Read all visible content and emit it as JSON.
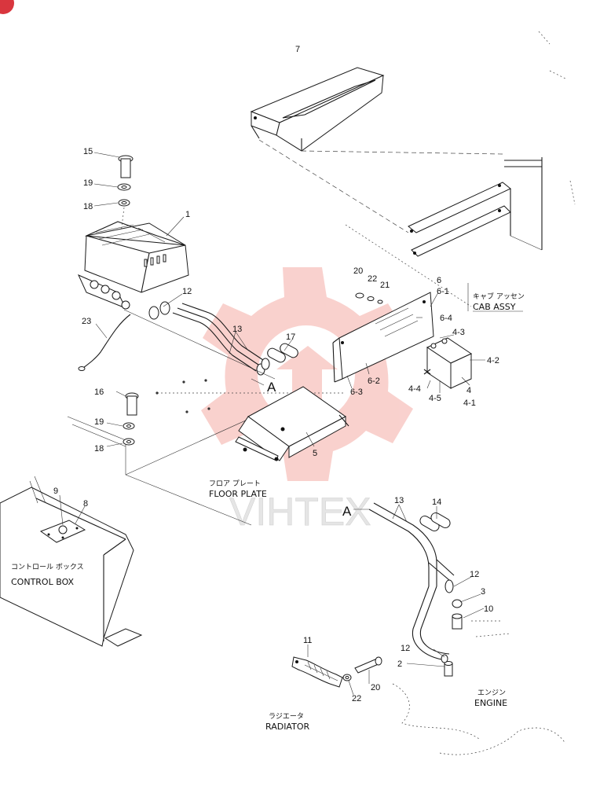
{
  "callouts": {
    "c7": "7",
    "c15": "15",
    "c19a": "19",
    "c18a": "18",
    "c1": "1",
    "c12a": "12",
    "c23": "23",
    "c13a": "13",
    "c17": "17",
    "c20a": "20",
    "c22a": "22",
    "c21": "21",
    "c6": "6",
    "c6_1": "6-1",
    "c6_4": "6-4",
    "c4_3": "4-3",
    "c6_2": "6-2",
    "c6_3": "6-3",
    "c4_2": "4-2",
    "c4_4": "4-4",
    "c4_5": "4-5",
    "c4": "4",
    "c4_1": "4-1",
    "c16": "16",
    "c19b": "19",
    "c18b": "18",
    "c5": "5",
    "c9": "9",
    "c8": "8",
    "c13b": "13",
    "c14": "14",
    "c12b": "12",
    "c3": "3",
    "c10": "10",
    "c12c": "12",
    "c2": "2",
    "c11": "11",
    "c20b": "20",
    "c22b": "22"
  },
  "refs": {
    "a_top": "A",
    "a_bottom": "A"
  },
  "labels": {
    "cab_jp": "キャブ アッセン",
    "cab_en": "CAB  ASSY",
    "floor_jp": "フロア プレート",
    "floor_en": "FLOOR PLATE",
    "control_jp": "コントロール ボックス",
    "control_en": "CONTROL BOX",
    "engine_jp": "エンジン",
    "engine_en": "ENGINE",
    "radiator_jp": "ラジエータ",
    "radiator_en": "RADIATOR"
  },
  "watermark": {
    "text": "VIHTEX",
    "color": "#e8584f"
  },
  "colors": {
    "line": "#1a1a1a",
    "watermark": "#f29a92"
  }
}
